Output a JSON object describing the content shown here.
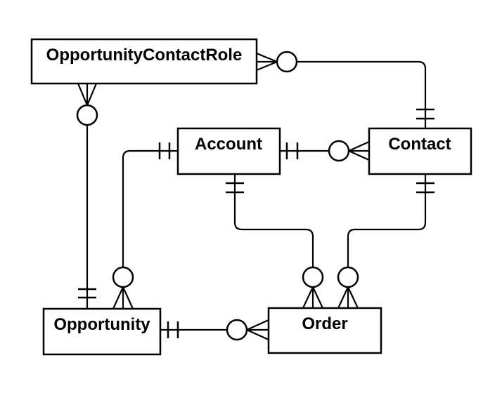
{
  "diagram": {
    "type": "entity-relationship-diagram",
    "notation": "crows-foot",
    "background_color": "#ffffff",
    "line_color": "#000000",
    "entities": [
      {
        "id": "opportunity-contact-role",
        "label": "OpportunityContactRole"
      },
      {
        "id": "account",
        "label": "Account"
      },
      {
        "id": "contact",
        "label": "Contact"
      },
      {
        "id": "opportunity",
        "label": "Opportunity"
      },
      {
        "id": "order",
        "label": "Order"
      }
    ],
    "relationships": [
      {
        "from": "Contact",
        "to": "OpportunityContactRole",
        "from_cardinality": "one-and-only-one",
        "to_cardinality": "zero-or-many"
      },
      {
        "from": "Opportunity",
        "to": "OpportunityContactRole",
        "from_cardinality": "one-and-only-one",
        "to_cardinality": "zero-or-many"
      },
      {
        "from": "Account",
        "to": "Contact",
        "from_cardinality": "one-and-only-one",
        "to_cardinality": "zero-or-many"
      },
      {
        "from": "Account",
        "to": "Opportunity",
        "from_cardinality": "one-and-only-one",
        "to_cardinality": "zero-or-many"
      },
      {
        "from": "Account",
        "to": "Order",
        "from_cardinality": "one-and-only-one",
        "to_cardinality": "zero-or-many"
      },
      {
        "from": "Contact",
        "to": "Order",
        "from_cardinality": "one-and-only-one",
        "to_cardinality": "zero-or-many"
      },
      {
        "from": "Opportunity",
        "to": "Order",
        "from_cardinality": "one-and-only-one",
        "to_cardinality": "zero-or-many"
      }
    ]
  }
}
